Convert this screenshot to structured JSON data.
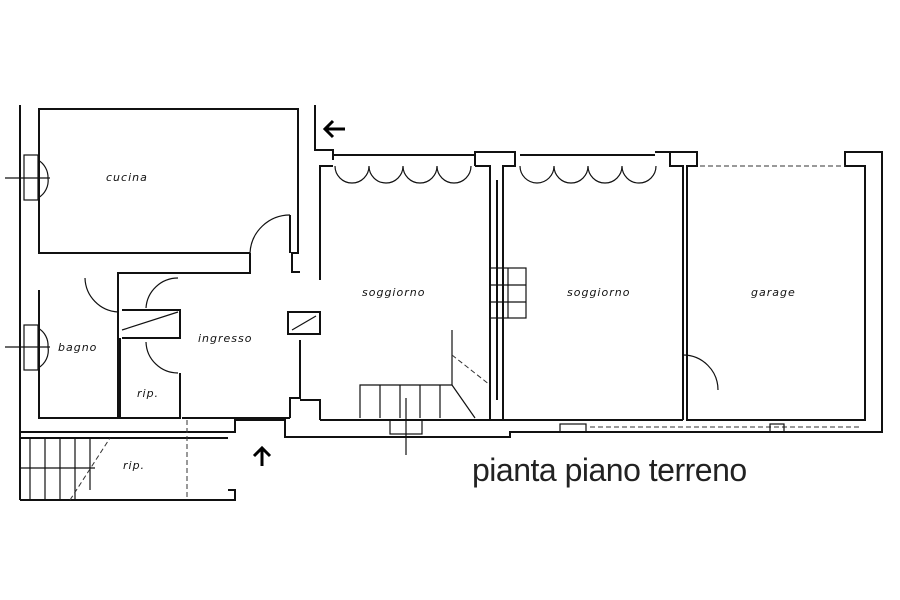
{
  "title": "pianta piano terreno",
  "rooms": {
    "cucina": "cucina",
    "bagno": "bagno",
    "ingresso": "ingresso",
    "rip1": "rip.",
    "rip2": "rip.",
    "soggiorno1": "soggiorno",
    "soggiorno2": "soggiorno",
    "garage": "garage"
  }
}
